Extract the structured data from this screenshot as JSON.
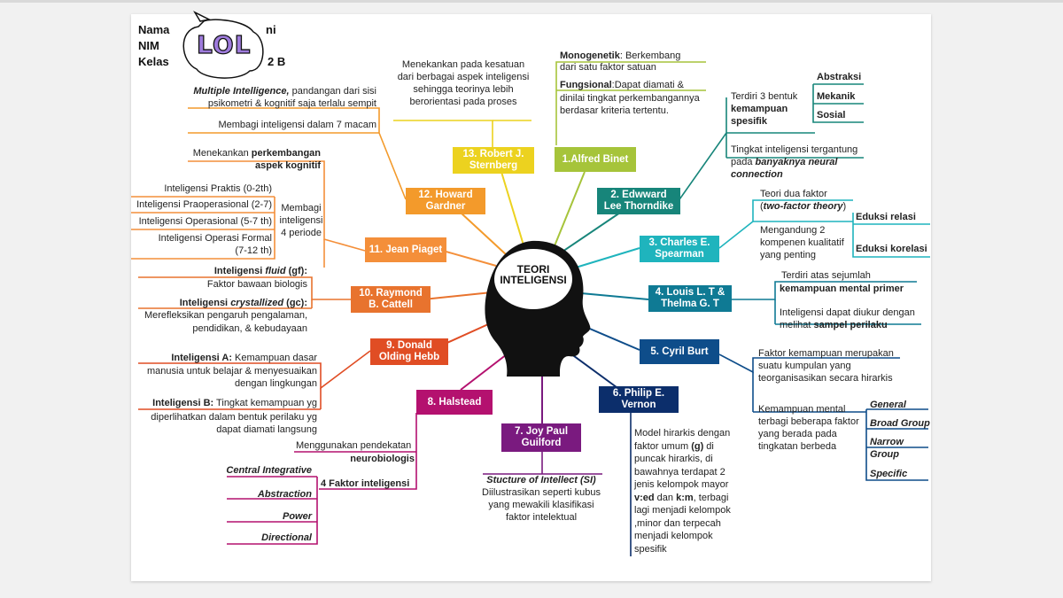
{
  "header": {
    "nama_label": "Nama",
    "nim_label": "NIM",
    "kelas_label": "Kelas",
    "nama_tail": "ni",
    "kelas_tail": "2 B",
    "sticker": "LOL"
  },
  "center": {
    "title_line1": "TEORI",
    "title_line2": "INTELIGENSI"
  },
  "nodes": {
    "binet": "1.Alfred Binet",
    "thorndike_1": "2. Edwward",
    "thorndike_2": "Lee Thorndike",
    "spearman_1": "3. Charles E.",
    "spearman_2": "Spearman",
    "thurstone_1": "4. Louis L. T &",
    "thurstone_2": "Thelma G. T",
    "burt": "5. Cyril Burt",
    "vernon_1": "6. Philip E.",
    "vernon_2": "Vernon",
    "guilford_1": "7. Joy Paul",
    "guilford_2": "Guilford",
    "halstead": "8. Halstead",
    "hebb_1": "9. Donald",
    "hebb_2": "Olding Hebb",
    "cattell_1": "10. Raymond",
    "cattell_2": "B. Cattell",
    "piaget": "11. Jean Piaget",
    "gardner_1": "12. Howard",
    "gardner_2": "Gardner",
    "sternberg_1": "13. Robert J.",
    "sternberg_2": "Sternberg"
  },
  "colors": {
    "binet": "#a6c43a",
    "thorndike": "#17857a",
    "spearman": "#1fb4bd",
    "thurstone": "#0f7a94",
    "burt": "#0e4d8a",
    "vernon": "#0c2e6b",
    "guilford": "#7a1a7f",
    "halstead": "#b4116f",
    "hebb": "#e04d24",
    "cattell": "#e8732e",
    "piaget": "#f48f3a",
    "gardner": "#f39a2b",
    "sternberg": "#ecd21f"
  },
  "sternberg_text": {
    "l1": "Menekankan pada kesatuan",
    "l2": "dari berbagai aspek inteligensi",
    "l3": "sehingga teorinya lebih",
    "l4": "berorientasi pada proses"
  },
  "binet_text": {
    "mono_b": "Monogenetik",
    "mono_rest": ": Berkembang",
    "mono_l2": "dari satu faktor satuan",
    "fung_b": "Fungsional",
    "fung_rest": ":Dapat diamati  &",
    "fung_l2": "dinilai tingkat perkembangannya",
    "fung_l3": "berdasar kriteria tertentu."
  },
  "thorndike_text": {
    "a1": "Terdiri 3 bentuk",
    "a2": "kemampuan",
    "a3": "spesifik",
    "k1": "Abstraksi",
    "k2": "Mekanik",
    "k3": "Sosial",
    "b1": "Tingkat inteligensi tergantung",
    "b2a": "pada ",
    "b2b": "banyaknya neural",
    "b3": "connection"
  },
  "spearman_text": {
    "a1": "Teori dua faktor",
    "a2a": "(",
    "a2b": "two-factor theory",
    "a2c": ")",
    "b1": "Mengandung 2",
    "b2": "kompenen kualitatif",
    "b3": "yang penting",
    "e1": "Eduksi relasi",
    "e2": "Eduksi korelasi"
  },
  "thurstone_text": {
    "a1": "Terdiri atas sejumlah",
    "a2": "kemampuan mental primer",
    "b1": "Inteligensi dapat diukur dengan",
    "b2a": "melihat ",
    "b2b": "sampel perilaku"
  },
  "burt_text": {
    "a1": "Faktor kemampuan merupakan",
    "a2": "suatu kumpulan yang",
    "a3": "teorganisasikan secara hirarkis",
    "b1": "Kemampuan mental",
    "b2": "terbagi beberapa faktor",
    "b3": "yang berada pada",
    "b4": "tingkatan berbeda",
    "g1": "General",
    "g2": "Broad Group",
    "g3a": "Narrow",
    "g3b": "Group",
    "g4": "Specific"
  },
  "vernon_text": {
    "l1": "Model hirarkis dengan",
    "l2a": "faktor umum ",
    "l2b": "(g)",
    "l2c": " di",
    "l3": "puncak hirarkis, di",
    "l4": "bawahnya terdapat 2",
    "l5": "jenis kelompok mayor",
    "l6a": "v:ed",
    "l6b": " dan ",
    "l6c": "k:m",
    "l6d": ", terbagi",
    "l7": "lagi menjadi kelompok",
    "l8": ",minor dan terpecah",
    "l9": "menjadi kelompok",
    "l10": "spesifik"
  },
  "guilford_text": {
    "l1": "Stucture of Intellect (SI)",
    "l2": "Diilustrasikan seperti kubus",
    "l3": "yang mewakili klasifikasi",
    "l4": "faktor intelektual"
  },
  "halstead_text": {
    "a1": "Menggunakan pendekatan",
    "a2": "neurobiologis",
    "b1": "4  Faktor inteligensi",
    "f1": "Central Integrative",
    "f2": "Abstraction",
    "f3": "Power",
    "f4": "Directional"
  },
  "hebb_text": {
    "a1b": "Inteligensi A:",
    "a1r": " Kemampuan dasar",
    "a2": "manusia untuk belajar  & menyesuaikan",
    "a3": "dengan lingkungan",
    "b1b": "Inteligensi B:",
    "b1r": " Tingkat kemampuan yg",
    "b2": "diperlihatkan dalam bentuk perilaku yg",
    "b3": "dapat diamati langsung"
  },
  "cattell_text": {
    "a1a": "Inteligensi ",
    "a1b": "fluid",
    "a1c": " (gf):",
    "a2": "Faktor bawaan biologis",
    "b1a": "Inteligensi ",
    "b1b": "crystallized",
    "b1c": " (gc):",
    "b2": "Merefleksikan pengaruh pengalaman,",
    "b3": "pendidikan, & kebudayaan"
  },
  "piaget_text": {
    "a1": "Menekankan ",
    "a1b": "perkembangan",
    "a2": "aspek kognitif",
    "m1": "Membagi",
    "m2": "inteligensi",
    "m3": "4 periode",
    "p1": "Inteligensi Praktis (0-2th)",
    "p2": "Inteligensi Praoperasional (2-7)",
    "p3": "Inteligensi Operasional (5-7 th)",
    "p4": "Inteligensi Operasi Formal",
    "p5": "(7-12 th)"
  },
  "gardner_text": {
    "a1b": "Multiple Intelligence,",
    "a1r": " pandangan dari sisi",
    "a2": "psikometri & kognitif saja terlalu sempit",
    "b1": "Membagi inteligensi dalam 7 macam"
  }
}
